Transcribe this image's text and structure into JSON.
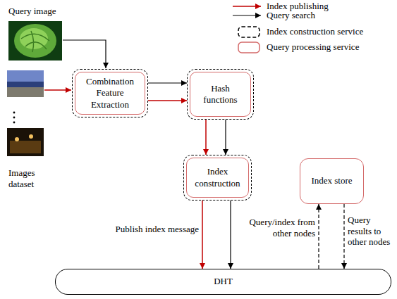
{
  "diagram": {
    "nodes": [
      {
        "text": [
          "Combination Feature Extraction"
        ]
      },
      {
        "text": [
          "Hash functions"
        ]
      },
      {
        "text": [
          "Index construction"
        ]
      },
      {
        "text": [
          "Index store"
        ]
      },
      {
        "text": [
          "DHT"
        ]
      }
    ],
    "edges": [
      {
        "from": 0,
        "to": 1,
        "arrow": "to"
      },
      {
        "from": 0,
        "to": 1,
        "arrow": "to"
      },
      {
        "from": 1,
        "to": 2,
        "arrow": "to"
      },
      {
        "from": 1,
        "to": 2,
        "arrow": "to"
      },
      {
        "from": 2,
        "to": 4,
        "label": "Publish index message",
        "arrow": "to"
      },
      {
        "from": 2,
        "to": 4,
        "arrow": "to"
      },
      {
        "from": 4,
        "to": 3,
        "label": "Query/index from other nodes",
        "arrow": "to"
      },
      {
        "from": 3,
        "to": 4,
        "label": "Query results to other nodes",
        "arrow": "to"
      }
    ],
    "labels": [
      "Query image",
      "Images dataset"
    ],
    "legend": [
      {
        "text": "Index publishing"
      },
      {
        "text": "Query search"
      },
      {
        "text": "Index construction service"
      },
      {
        "text": "Query processing service"
      }
    ]
  }
}
